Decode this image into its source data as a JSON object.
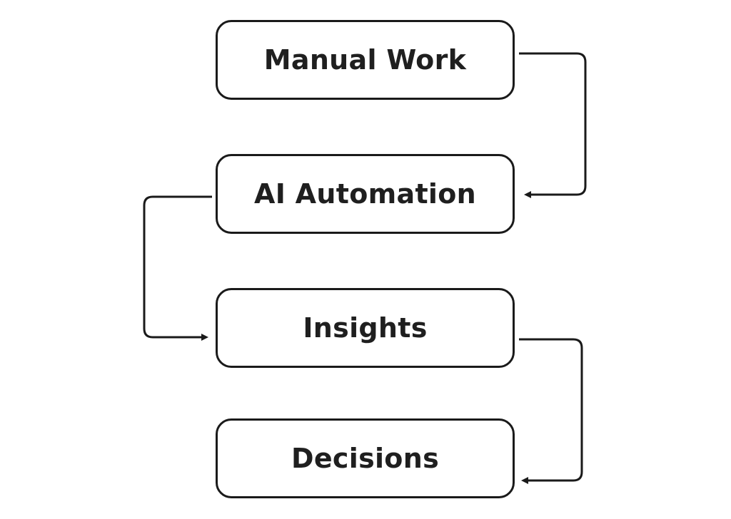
{
  "diagram": {
    "nodes": [
      {
        "id": "manual-work",
        "label": "Manual Work"
      },
      {
        "id": "ai-automation",
        "label": "AI Automation"
      },
      {
        "id": "insights",
        "label": "Insights"
      },
      {
        "id": "decisions",
        "label": "Decisions"
      }
    ],
    "edges": [
      {
        "from": "manual-work",
        "to": "ai-automation",
        "side": "right"
      },
      {
        "from": "ai-automation",
        "to": "insights",
        "side": "left"
      },
      {
        "from": "insights",
        "to": "decisions",
        "side": "right"
      }
    ],
    "colors": {
      "stroke": "#1a1a1a",
      "text": "#1f1f1f",
      "background": "#ffffff"
    }
  }
}
